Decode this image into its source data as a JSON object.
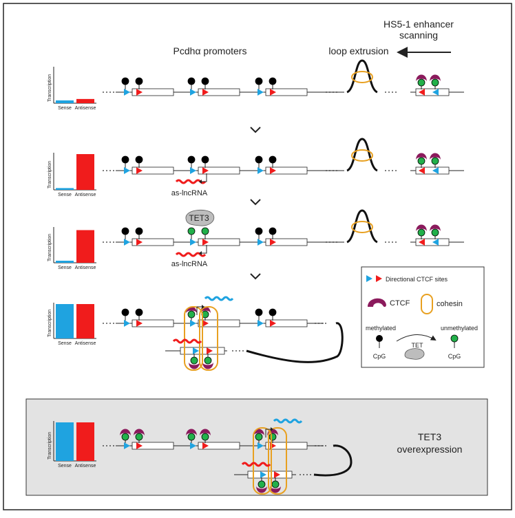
{
  "labels": {
    "title_scanning": "HS5-1 enhancer\nscanning",
    "promoters": "Pcdhα promoters",
    "loop_extrusion": "loop extrusion",
    "as_lncrna": "as-lncRNA",
    "tet3": "TET3",
    "overexpression": "TET3\noverexpression"
  },
  "bar_axis": {
    "ylabel": "Transcription",
    "sense": "Sense",
    "antisense": "Antisense"
  },
  "legend": {
    "ctcf_sites": "Directional CTCF sites",
    "ctcf": "CTCF",
    "cohesin": "cohesin",
    "methylated": "methylated",
    "unmethylated": "unmethylated",
    "tet": "TET",
    "cpg_left": "CpG",
    "cpg_right": "CpG"
  },
  "panels": [
    {
      "sense_level": 0.08,
      "antisense_level": 0.12
    },
    {
      "sense_level": 0.05,
      "antisense_level": 1.0
    },
    {
      "sense_level": 0.06,
      "antisense_level": 0.95
    },
    {
      "sense_level": 1.0,
      "antisense_level": 1.0
    },
    {
      "sense_level": 1.0,
      "antisense_level": 1.0
    }
  ],
  "colors": {
    "sense": "#1fa3e0",
    "antisense": "#f01c1c",
    "ctcf": "#8b1a5c",
    "cohesin": "#e8a020",
    "unmethylated": "#22b04a",
    "methylated": "#000000",
    "tet": "#bdbdbd",
    "panel_bg": "#e3e3e3"
  }
}
